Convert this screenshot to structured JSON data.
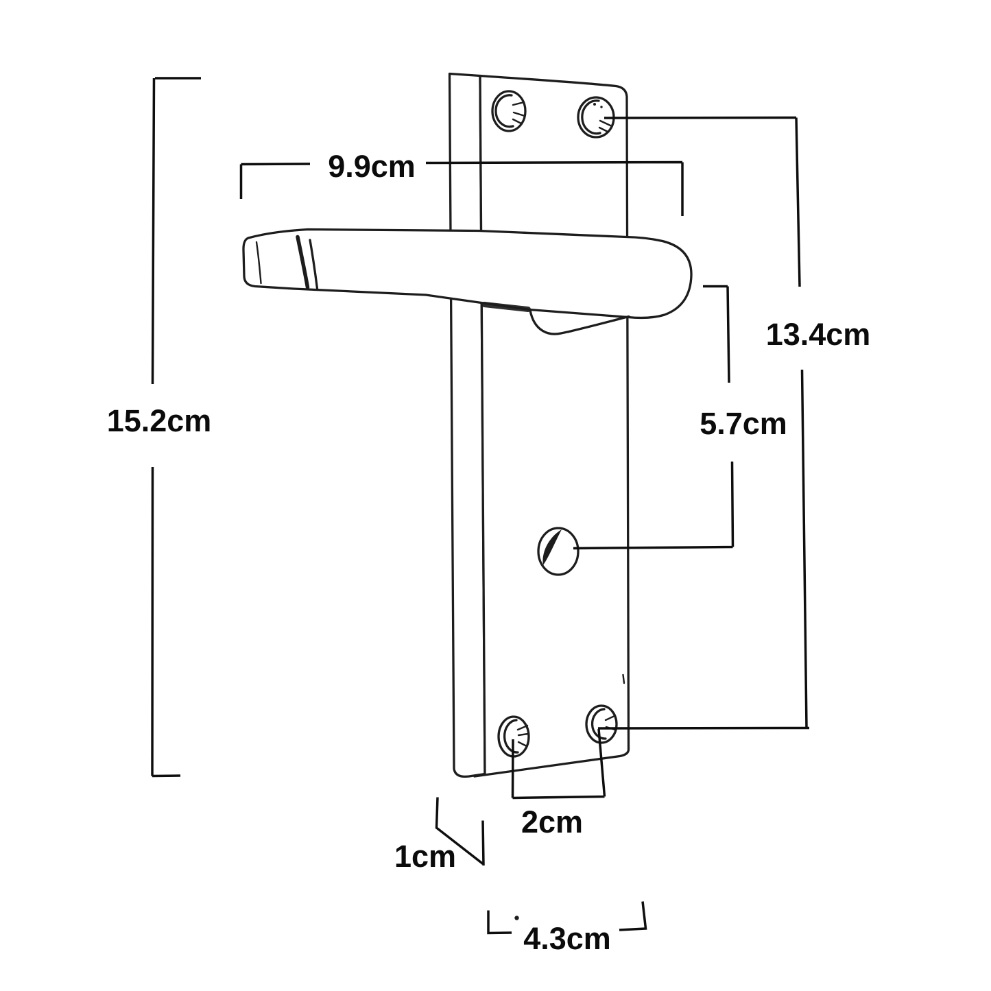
{
  "canvas": {
    "background_color": "#ffffff",
    "ink_color": "#1d1d1d",
    "dimension_color": "#0e0e0e"
  },
  "labels": {
    "overall_height": "15.2cm",
    "handle_length": "9.9cm",
    "screw_centres_height": "13.4cm",
    "handle_to_thumbturn": "5.7cm",
    "bottom_screw_spacing": "2cm",
    "plate_thickness": "1cm",
    "plate_width": "4.3cm"
  }
}
